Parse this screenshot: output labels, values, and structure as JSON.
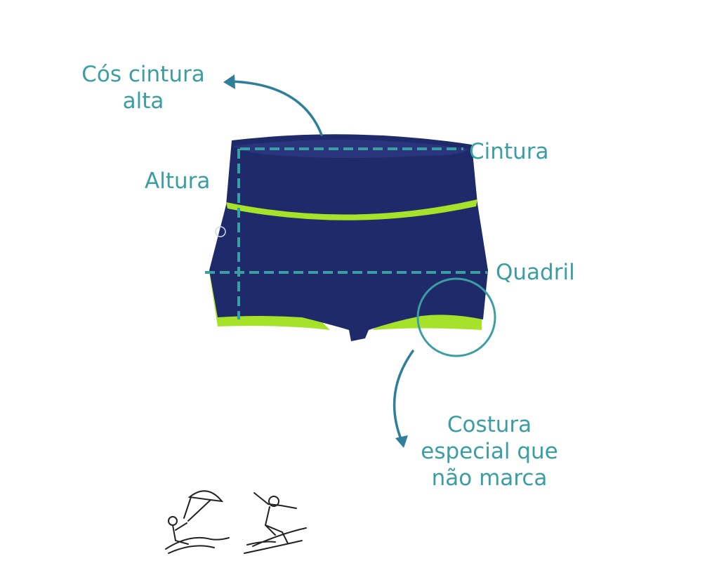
{
  "labels": {
    "waistband_line1": "Cós cintura",
    "waistband_line2": "alta",
    "cintura": "Cintura",
    "altura": "Altura",
    "quadril": "Quadril",
    "seam_line1": "Costura",
    "seam_line2": "especial que",
    "seam_line3": "não marca"
  },
  "colors": {
    "navy": "#1f2a6b",
    "lime": "#a6e22a",
    "teal": "#3a9ea2",
    "arrow": "#2f7f9a"
  },
  "icons": [
    "kitesurfer-icon",
    "surfer-icon"
  ]
}
